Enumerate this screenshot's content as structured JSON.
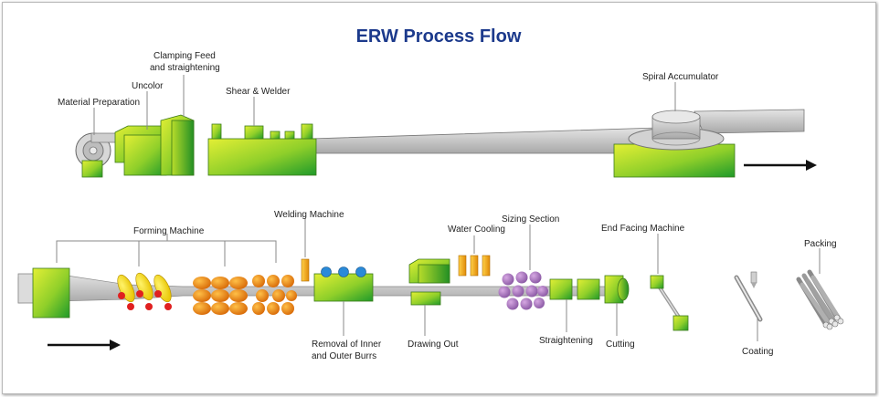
{
  "title": "ERW Process Flow",
  "top_line": {
    "material_preparation": "Material Preparation",
    "uncolor": "Uncolor",
    "clamping_feed_line1": "Clamping Feed",
    "clamping_feed_line2": "and straightening",
    "shear_welder": "Shear & Welder",
    "spiral_accumulator": "Spiral Accumulator"
  },
  "bottom_line": {
    "forming_machine": "Forming Machine",
    "welding_machine": "Welding Machine",
    "water_cooling": "Water Cooling",
    "sizing_section": "Sizing Section",
    "end_facing_machine": "End Facing Machine",
    "packing": "Packing",
    "removal_line1": "Removal of Inner",
    "removal_line2": "and Outer Burrs",
    "drawing_out": "Drawing Out",
    "straightening": "Straightening",
    "cutting": "Cutting",
    "coating": "Coating"
  },
  "colors": {
    "title": "#1c3a8c",
    "machine_green_light": "#d6ea2a",
    "machine_green_dark": "#2fa82a",
    "roller_orange": "#e8820e",
    "roller_yellow": "#f6d800",
    "red_dot": "#e02020",
    "blue_dot": "#2a8ad8",
    "sizing_purple": "#a070b8",
    "arrow": "#111111"
  }
}
